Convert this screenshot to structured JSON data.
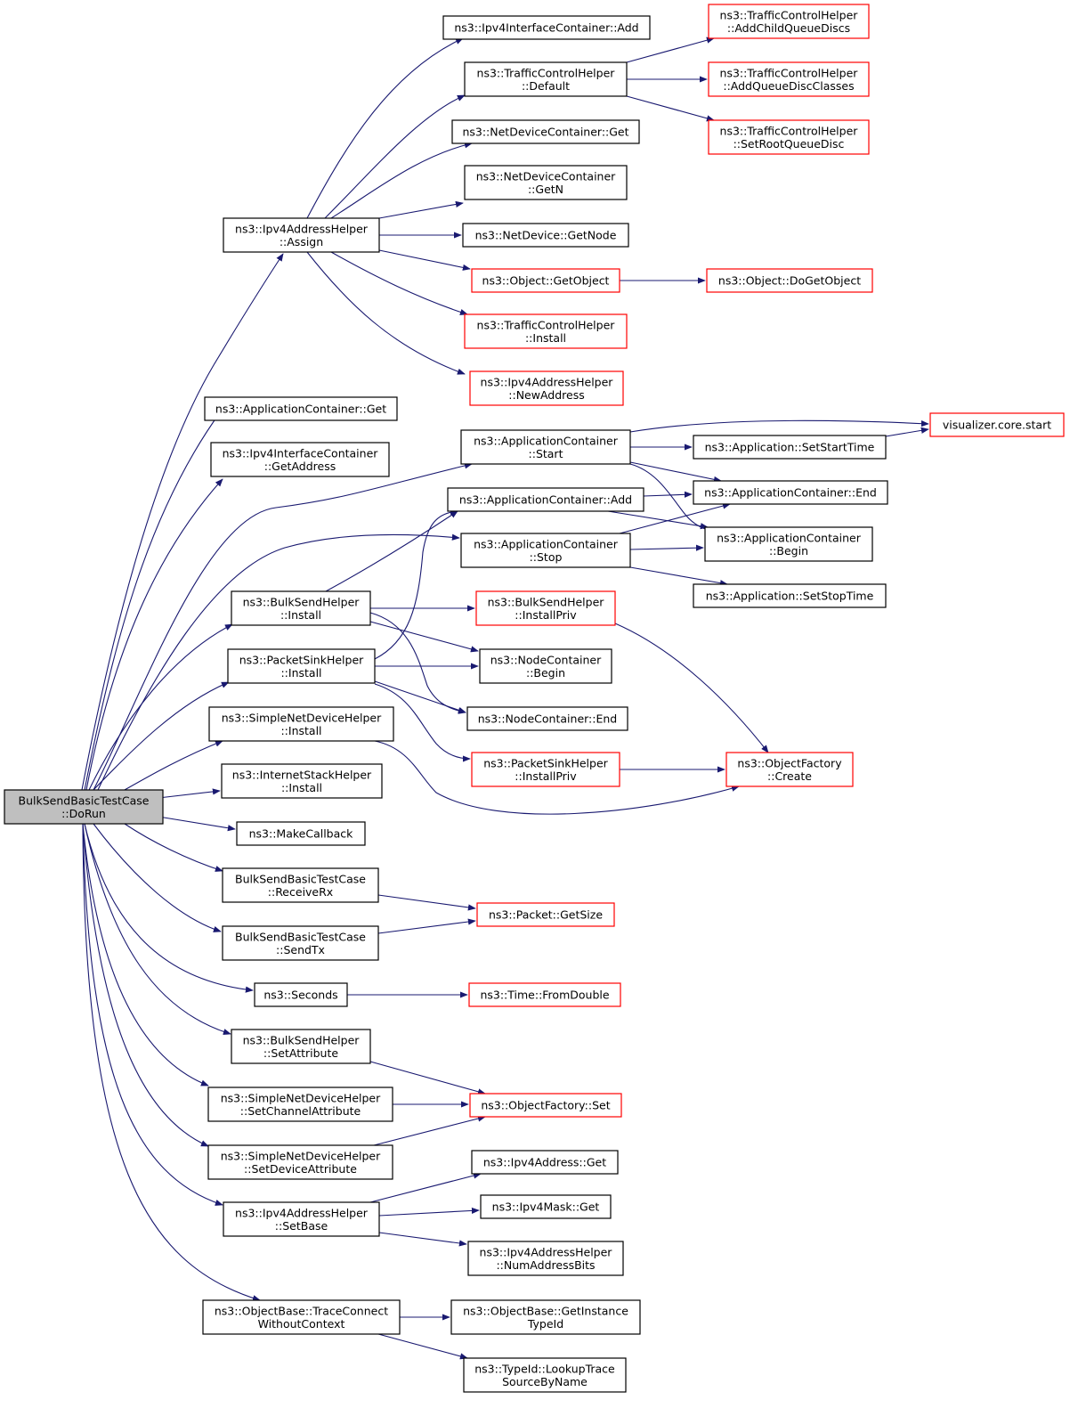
{
  "colors": {
    "edge": "#191970",
    "root_fill": "#bfbfbf",
    "normal_border": "#000000",
    "external_border": "#ff0000",
    "node_fill": "#ffffff"
  },
  "nodes": [
    {
      "id": "root",
      "lines": [
        "BulkSendBasicTestCase",
        "::DoRun"
      ],
      "style": "root"
    },
    {
      "id": "ipv4helper_assign",
      "lines": [
        "ns3::Ipv4AddressHelper",
        "::Assign"
      ],
      "style": "normal"
    },
    {
      "id": "appcont_get",
      "lines": [
        "ns3::ApplicationContainer::Get"
      ],
      "style": "normal"
    },
    {
      "id": "ipv4ifcont_getaddress",
      "lines": [
        "ns3::Ipv4InterfaceContainer",
        "::GetAddress"
      ],
      "style": "normal"
    },
    {
      "id": "bulksend_install",
      "lines": [
        "ns3::BulkSendHelper",
        "::Install"
      ],
      "style": "normal"
    },
    {
      "id": "packetsink_install",
      "lines": [
        "ns3::PacketSinkHelper",
        "::Install"
      ],
      "style": "normal"
    },
    {
      "id": "simplenet_install",
      "lines": [
        "ns3::SimpleNetDeviceHelper",
        "::Install"
      ],
      "style": "normal"
    },
    {
      "id": "internetstack_install",
      "lines": [
        "ns3::InternetStackHelper",
        "::Install"
      ],
      "style": "normal"
    },
    {
      "id": "makecallback",
      "lines": [
        "ns3::MakeCallback"
      ],
      "style": "normal"
    },
    {
      "id": "receiverx",
      "lines": [
        "BulkSendBasicTestCase",
        "::ReceiveRx"
      ],
      "style": "normal"
    },
    {
      "id": "sendtx",
      "lines": [
        "BulkSendBasicTestCase",
        "::SendTx"
      ],
      "style": "normal"
    },
    {
      "id": "seconds",
      "lines": [
        "ns3::Seconds"
      ],
      "style": "normal"
    },
    {
      "id": "bulksend_setattr",
      "lines": [
        "ns3::BulkSendHelper",
        "::SetAttribute"
      ],
      "style": "normal"
    },
    {
      "id": "simplenet_setchannel",
      "lines": [
        "ns3::SimpleNetDeviceHelper",
        "::SetChannelAttribute"
      ],
      "style": "normal"
    },
    {
      "id": "simplenet_setdevice",
      "lines": [
        "ns3::SimpleNetDeviceHelper",
        "::SetDeviceAttribute"
      ],
      "style": "normal"
    },
    {
      "id": "ipv4helper_setbase",
      "lines": [
        "ns3::Ipv4AddressHelper",
        "::SetBase"
      ],
      "style": "normal"
    },
    {
      "id": "traceconnect",
      "lines": [
        "ns3::ObjectBase::TraceConnect",
        "WithoutContext"
      ],
      "style": "normal"
    },
    {
      "id": "ipv4ifcont_add",
      "lines": [
        "ns3::Ipv4InterfaceContainer::Add"
      ],
      "style": "normal"
    },
    {
      "id": "tc_default",
      "lines": [
        "ns3::TrafficControlHelper",
        "::Default"
      ],
      "style": "normal"
    },
    {
      "id": "netdevcont_get",
      "lines": [
        "ns3::NetDeviceContainer::Get"
      ],
      "style": "normal"
    },
    {
      "id": "netdevcont_getn",
      "lines": [
        "ns3::NetDeviceContainer",
        "::GetN"
      ],
      "style": "normal"
    },
    {
      "id": "netdev_getnode",
      "lines": [
        "ns3::NetDevice::GetNode"
      ],
      "style": "normal"
    },
    {
      "id": "object_getobject",
      "lines": [
        "ns3::Object::GetObject"
      ],
      "style": "external"
    },
    {
      "id": "tc_install",
      "lines": [
        "ns3::TrafficControlHelper",
        "::Install"
      ],
      "style": "external"
    },
    {
      "id": "ipv4helper_newaddress",
      "lines": [
        "ns3::Ipv4AddressHelper",
        "::NewAddress"
      ],
      "style": "external"
    },
    {
      "id": "appcont_start",
      "lines": [
        "ns3::ApplicationContainer",
        "::Start"
      ],
      "style": "normal"
    },
    {
      "id": "appcont_add",
      "lines": [
        "ns3::ApplicationContainer::Add"
      ],
      "style": "normal"
    },
    {
      "id": "appcont_stop",
      "lines": [
        "ns3::ApplicationContainer",
        "::Stop"
      ],
      "style": "normal"
    },
    {
      "id": "bulksend_installpriv",
      "lines": [
        "ns3::BulkSendHelper",
        "::InstallPriv"
      ],
      "style": "external"
    },
    {
      "id": "nodecont_begin",
      "lines": [
        "ns3::NodeContainer",
        "::Begin"
      ],
      "style": "normal"
    },
    {
      "id": "nodecont_end",
      "lines": [
        "ns3::NodeContainer::End"
      ],
      "style": "normal"
    },
    {
      "id": "packetsink_installpriv",
      "lines": [
        "ns3::PacketSinkHelper",
        "::InstallPriv"
      ],
      "style": "external"
    },
    {
      "id": "packet_getsize",
      "lines": [
        "ns3::Packet::GetSize"
      ],
      "style": "external"
    },
    {
      "id": "time_fromdouble",
      "lines": [
        "ns3::Time::FromDouble"
      ],
      "style": "external"
    },
    {
      "id": "objfactory_set",
      "lines": [
        "ns3::ObjectFactory::Set"
      ],
      "style": "external"
    },
    {
      "id": "ipv4address_get",
      "lines": [
        "ns3::Ipv4Address::Get"
      ],
      "style": "normal"
    },
    {
      "id": "ipv4mask_get",
      "lines": [
        "ns3::Ipv4Mask::Get"
      ],
      "style": "normal"
    },
    {
      "id": "ipv4helper_numaddressbits",
      "lines": [
        "ns3::Ipv4AddressHelper",
        "::NumAddressBits"
      ],
      "style": "normal"
    },
    {
      "id": "objectbase_getinstancetypeid",
      "lines": [
        "ns3::ObjectBase::GetInstance",
        "TypeId"
      ],
      "style": "normal"
    },
    {
      "id": "typeid_lookuptrace",
      "lines": [
        "ns3::TypeId::LookupTrace",
        "SourceByName"
      ],
      "style": "normal"
    },
    {
      "id": "tc_addchildqueuediscs",
      "lines": [
        "ns3::TrafficControlHelper",
        "::AddChildQueueDiscs"
      ],
      "style": "external"
    },
    {
      "id": "tc_addqueuediscclasses",
      "lines": [
        "ns3::TrafficControlHelper",
        "::AddQueueDiscClasses"
      ],
      "style": "external"
    },
    {
      "id": "tc_setrootqueuedisc",
      "lines": [
        "ns3::TrafficControlHelper",
        "::SetRootQueueDisc"
      ],
      "style": "external"
    },
    {
      "id": "object_dogetobject",
      "lines": [
        "ns3::Object::DoGetObject"
      ],
      "style": "external"
    },
    {
      "id": "visualizer_start",
      "lines": [
        "visualizer.core.start"
      ],
      "style": "external"
    },
    {
      "id": "app_setstarttime",
      "lines": [
        "ns3::Application::SetStartTime"
      ],
      "style": "normal"
    },
    {
      "id": "appcont_end",
      "lines": [
        "ns3::ApplicationContainer::End"
      ],
      "style": "normal"
    },
    {
      "id": "appcont_begin",
      "lines": [
        "ns3::ApplicationContainer",
        "::Begin"
      ],
      "style": "normal"
    },
    {
      "id": "app_setstoptime",
      "lines": [
        "ns3::Application::SetStopTime"
      ],
      "style": "normal"
    },
    {
      "id": "objfactory_create",
      "lines": [
        "ns3::ObjectFactory",
        "::Create"
      ],
      "style": "external"
    }
  ]
}
